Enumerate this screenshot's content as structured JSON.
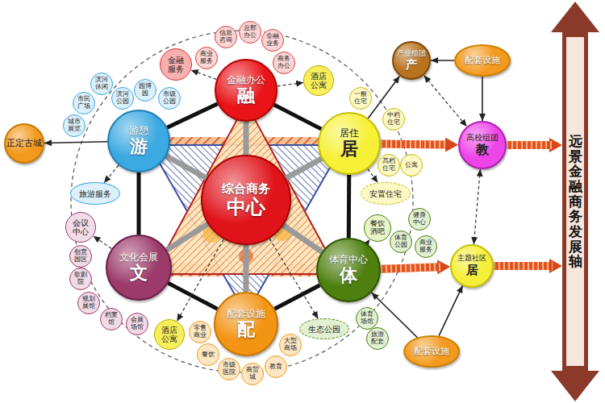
{
  "diagram": {
    "nodes": [
      {
        "text": [
          "综合商务",
          "中心"
        ]
      },
      {
        "text": [
          "金融办公",
          "融"
        ]
      },
      {
        "text": [
          "居住",
          "居"
        ]
      },
      {
        "text": [
          "体育中心",
          "体"
        ]
      },
      {
        "text": [
          "配套设施",
          "配"
        ]
      },
      {
        "text": [
          "文化会展",
          "文"
        ]
      },
      {
        "text": [
          "游憩",
          "游"
        ]
      },
      {
        "text": [
          "正定古城"
        ]
      },
      {
        "text": [
          "产业组团",
          "产"
        ]
      },
      {
        "text": [
          "配套设施"
        ]
      },
      {
        "text": [
          "高校组团",
          "教"
        ]
      },
      {
        "text": [
          "主题社区",
          "居"
        ]
      },
      {
        "text": [
          "配套设施"
        ]
      },
      {
        "text": [
          "远景金融商务发展轴"
        ]
      },
      {
        "text": [
          "金融服务"
        ]
      },
      {
        "text": [
          "信息咨询"
        ]
      },
      {
        "text": [
          "总部办公"
        ]
      },
      {
        "text": [
          "商业服务"
        ]
      },
      {
        "text": [
          "金融业务"
        ]
      },
      {
        "text": [
          "商务办公"
        ]
      },
      {
        "text": [
          "酒店公寓"
        ]
      },
      {
        "text": [
          "滨河公园"
        ]
      },
      {
        "text": [
          "园博园"
        ]
      },
      {
        "text": [
          "市级公园"
        ]
      },
      {
        "text": [
          "滨河休闲"
        ]
      },
      {
        "text": [
          "市民广场"
        ]
      },
      {
        "text": [
          "城市展览"
        ]
      },
      {
        "text": [
          "旅游服务"
        ]
      },
      {
        "text": [
          "一般住宅"
        ]
      },
      {
        "text": [
          "中档住宅"
        ]
      },
      {
        "text": [
          "高档住宅"
        ]
      },
      {
        "text": [
          "公寓"
        ]
      },
      {
        "text": [
          "安置住宅"
        ]
      },
      {
        "text": [
          "餐饮酒吧"
        ]
      },
      {
        "text": [
          "体育公园"
        ]
      },
      {
        "text": [
          "商业服务"
        ]
      },
      {
        "text": [
          "健身中心"
        ]
      },
      {
        "text": [
          "体育场馆"
        ]
      },
      {
        "text": [
          "旅游配套"
        ]
      },
      {
        "text": [
          "酒店公寓"
        ]
      },
      {
        "text": [
          "零售商业"
        ]
      },
      {
        "text": [
          "餐饮"
        ]
      },
      {
        "text": [
          "市级医院"
        ]
      },
      {
        "text": [
          "商贸城"
        ]
      },
      {
        "text": [
          "教育"
        ]
      },
      {
        "text": [
          "大型商场"
        ]
      },
      {
        "text": [
          "生态公园"
        ]
      },
      {
        "text": [
          "会议中心"
        ]
      },
      {
        "text": [
          "创意园区"
        ]
      },
      {
        "text": [
          "歌剧院"
        ]
      },
      {
        "text": [
          "规划展馆"
        ]
      },
      {
        "text": [
          "档案馆"
        ]
      },
      {
        "text": [
          "会展场馆"
        ]
      }
    ],
    "edges": [
      {
        "from": 0,
        "to": 1,
        "arrow": "none"
      },
      {
        "from": 0,
        "to": 2,
        "arrow": "none"
      },
      {
        "from": 0,
        "to": 3,
        "arrow": "none"
      },
      {
        "from": 0,
        "to": 4,
        "arrow": "none"
      },
      {
        "from": 0,
        "to": 5,
        "arrow": "none"
      },
      {
        "from": 0,
        "to": 6,
        "arrow": "none"
      },
      {
        "from": 6,
        "to": 1,
        "arrow": "none"
      },
      {
        "from": 1,
        "to": 2,
        "arrow": "none"
      },
      {
        "from": 2,
        "to": 3,
        "arrow": "none"
      },
      {
        "from": 3,
        "to": 4,
        "arrow": "none"
      },
      {
        "from": 4,
        "to": 5,
        "arrow": "none"
      },
      {
        "from": 5,
        "to": 6,
        "arrow": "none"
      },
      {
        "from": 1,
        "to": 14,
        "arrow": "to"
      },
      {
        "from": 1,
        "to": 20,
        "arrow": "to"
      },
      {
        "from": 2,
        "to": 32,
        "arrow": "to"
      },
      {
        "from": 6,
        "to": 27,
        "arrow": "to"
      },
      {
        "from": 5,
        "to": 47,
        "arrow": "to"
      },
      {
        "from": 0,
        "to": 39,
        "arrow": "to"
      },
      {
        "from": 0,
        "to": 46,
        "arrow": "to"
      },
      {
        "from": 3,
        "to": 33,
        "arrow": "to"
      },
      {
        "from": 6,
        "to": 7,
        "arrow": "to"
      },
      {
        "from": 2,
        "to": 8,
        "arrow": "to"
      },
      {
        "from": 9,
        "to": 8,
        "arrow": "to"
      },
      {
        "from": 9,
        "to": 10,
        "arrow": "to"
      },
      {
        "from": 8,
        "to": 10,
        "arrow": "both"
      },
      {
        "from": 10,
        "to": 11,
        "arrow": "both"
      },
      {
        "from": 12,
        "to": 11,
        "arrow": "to"
      },
      {
        "from": 12,
        "to": 3,
        "arrow": "to"
      },
      {
        "from": 2,
        "to": 10,
        "arrow": "to"
      },
      {
        "from": 3,
        "to": 11,
        "arrow": "to"
      },
      {
        "from": 10,
        "to": 13,
        "arrow": "to"
      },
      {
        "from": 11,
        "to": 13,
        "arrow": "to"
      }
    ]
  }
}
